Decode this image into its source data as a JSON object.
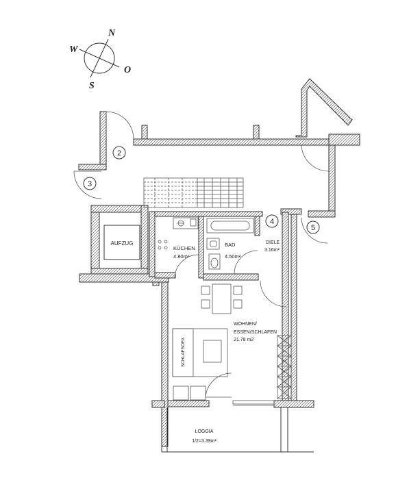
{
  "compass": {
    "north": "N",
    "west": "W",
    "east": "O",
    "south": "S"
  },
  "markers": [
    "2",
    "3",
    "4",
    "5"
  ],
  "rooms": {
    "aufzug": {
      "name": "AUFZUG"
    },
    "kuechen": {
      "name": "KÜCHEN",
      "area": "4.80m²"
    },
    "bad": {
      "name": "BAD",
      "area": "4.50m²"
    },
    "diele": {
      "name": "DIELE",
      "area": "3.16m²"
    },
    "wohnen": {
      "name_line1": "WOHNEN/",
      "name_line2": "ESSEN/SCHLAFEN",
      "area": "21.78 m2"
    },
    "schlafsofa": {
      "name": "SCHLAFSOFA"
    },
    "loggia": {
      "name": "LOGGIA",
      "area": "1/2=3.39m²"
    }
  }
}
